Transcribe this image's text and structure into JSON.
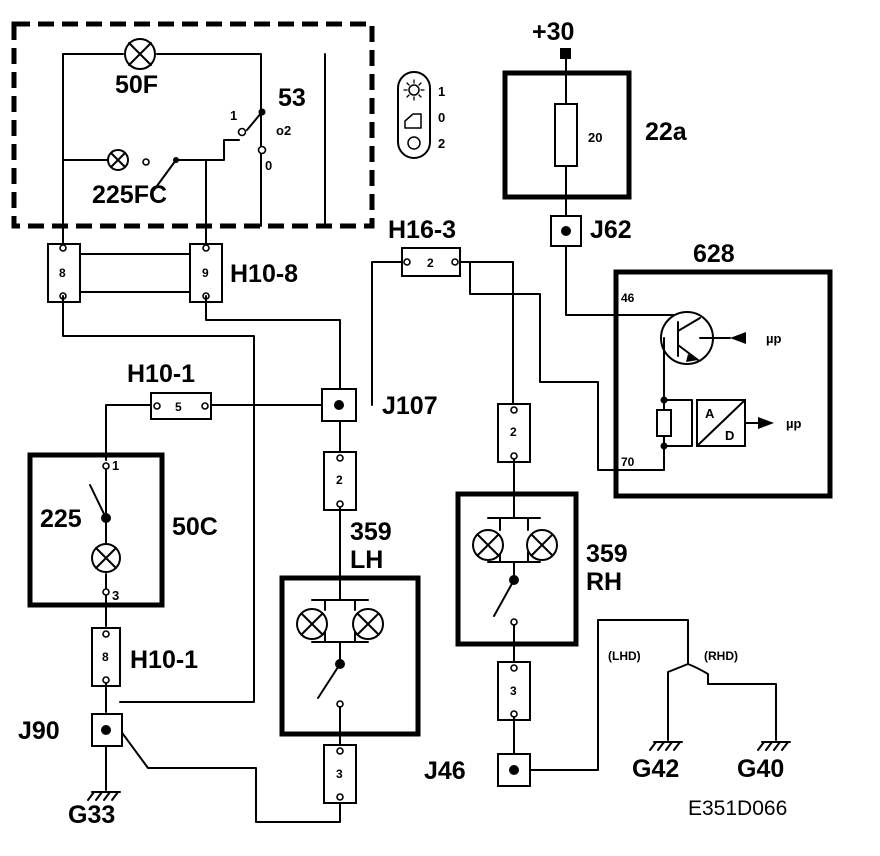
{
  "plus30": "+30",
  "fuse": {
    "label": "22a",
    "rating": "20"
  },
  "j62": "J62",
  "ecu": {
    "label": "628",
    "pin46": "46",
    "pin70": "70",
    "ad_a": "A",
    "ad_d": "D",
    "up1": "µp",
    "up2": "µp"
  },
  "h16": {
    "label": "H16-3",
    "pin": "2"
  },
  "h108": {
    "label": "H10-8",
    "pin8": "8",
    "pin9": "9"
  },
  "h101top": {
    "label": "H10-1",
    "pin": "5"
  },
  "h101low": {
    "label": "H10-1",
    "pin": "8"
  },
  "j107": "J107",
  "j90": "J90",
  "j46": "J46",
  "g33": "G33",
  "g42": "G42",
  "g40": "G40",
  "lamp50f": "50F",
  "lamp225fc": "225FC",
  "switch53": {
    "label": "53",
    "p1": "1",
    "p2": "o2",
    "p0": "0"
  },
  "knob": {
    "p1": "1",
    "p0": "0",
    "p2": "2"
  },
  "sw50c": {
    "label": "50C",
    "lamp": "225",
    "p1": "1",
    "p3": "3"
  },
  "lh": {
    "num": "359",
    "side": "LH",
    "pin_top": "2",
    "pin_bot": "3"
  },
  "rh": {
    "num": "359",
    "side": "RH",
    "pin_top": "2",
    "pin_bot": "3"
  },
  "lhd": "(LHD)",
  "rhd": "(RHD)",
  "ref": "E351D066"
}
